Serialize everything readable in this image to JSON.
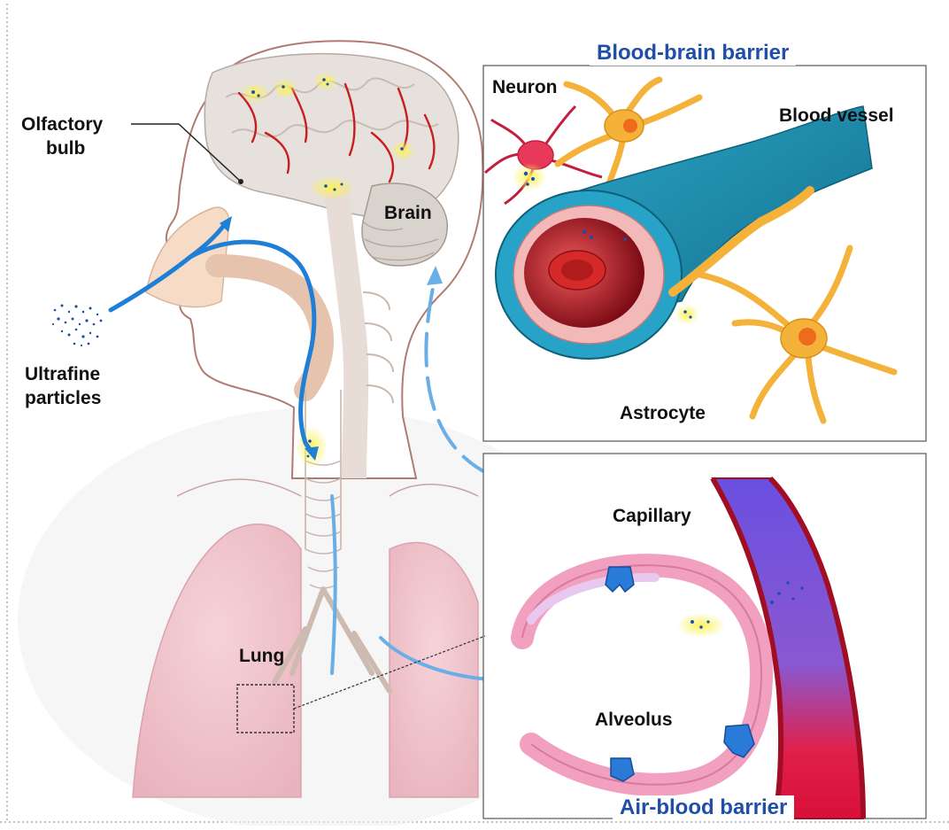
{
  "colors": {
    "title_blue": "#1e4ea8",
    "arrow_blue": "#1f7fd6",
    "arrow_light_blue": "#6aaee8",
    "particle_blue": "#1c4fa3",
    "particle_glow": "#f7ea3a",
    "brain_vessel_red": "#c81e1e",
    "lung_pink": "#f2c6ce",
    "skin_tone": "#f6dcc7",
    "vessel_teal": "#1f8fb0",
    "astrocyte_orange": "#f4b23a",
    "neuron_pink": "#e8395a",
    "capillary_red": "#c8102e",
    "capillary_violet": "#7b55d6",
    "alveolus_pink": "#f2a0bf"
  },
  "titles": {
    "blood_brain_barrier": "Blood-brain barrier",
    "air_blood_barrier": "Air-blood barrier"
  },
  "labels": {
    "olfactory_bulb_line1": "Olfactory",
    "olfactory_bulb_line2": "bulb",
    "brain": "Brain",
    "ultrafine_line1": "Ultrafine",
    "ultrafine_line2": "particles",
    "lung": "Lung",
    "neuron": "Neuron",
    "blood_vessel": "Blood vessel",
    "astrocyte": "Astrocyte",
    "capillary": "Capillary",
    "alveolus": "Alveolus"
  }
}
